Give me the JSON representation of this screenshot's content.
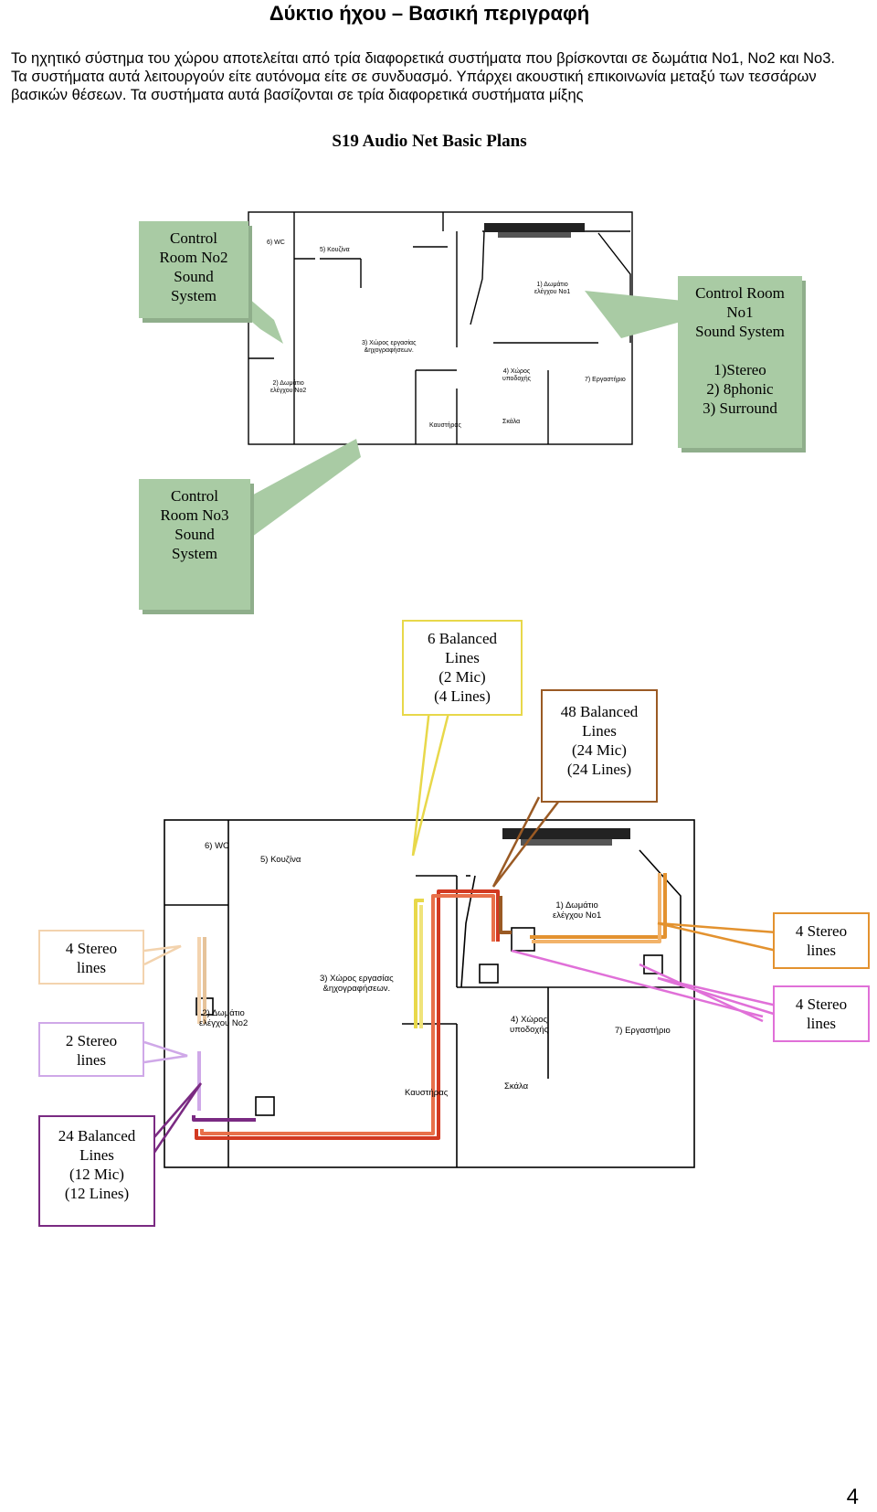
{
  "title": "Δύκτιο ήχου – Βασική περιγραφή",
  "intro": "Το ηχητικό σύστημα του χώρου αποτελείται από τρία διαφορετικά συστήματα που βρίσκονται σε δωμάτια Νο1, Νο2 και Νο3. Τα συστήματα αυτά λειτουργούν είτε αυτόνομα είτε σε συνδυασμό. Υπάρχει ακουστική επικοινωνία μεταξύ των τεσσάρων βασικών θέσεων. Τα συστήματα αυτά βασίζονται σε τρία διαφορετικά συστήματα μίξης",
  "plan_title": "S19 Audio Net Basic Plans",
  "rooms": {
    "wc": "6) WC",
    "kitchen": "5) Κουζίνα",
    "control1": "1) Δωμάτιο\nελέγχου Νο1",
    "workspace": "3) Χώρος εργασίας\n&ηχογραφήσεων.",
    "reception": "4) Χώρος\nυποδοχής",
    "lab": "7) Εργαστήριο",
    "control2": "2) Δωμάτιο\nελέγχου Νο2",
    "boiler": "Καυστήρας",
    "stairs": "Σκάλα"
  },
  "callouts_top": {
    "room2": "Control\nRoom No2\nSound\nSystem",
    "room1": "Control Room\nNo1\nSound System\n\n1)Stereo\n2) 8phonic\n3) Surround",
    "room3": "Control\nRoom No3\nSound\nSystem"
  },
  "callouts_bottom": {
    "six_balanced": "6 Balanced\nLines\n(2 Mic)\n(4 Lines)",
    "fortyeight_balanced": "48 Balanced\nLines\n(24 Mic)\n(24 Lines)",
    "four_stereo_left": "4 Stereo\nlines",
    "two_stereo_left": "2 Stereo\nlines",
    "twentyfour_balanced": "24 Balanced\nLines\n(12 Mic)\n(12 Lines)",
    "four_stereo_right_top": "4 Stereo\nlines",
    "four_stereo_right_bottom": "4 Stereo\nlines"
  },
  "colors": {
    "green": "#a9cba4",
    "yellow": "#e8d84a",
    "brown": "#9a5a24",
    "orange": "#e3922f",
    "peach": "#f3d3ae",
    "lavender": "#cfa8e8",
    "magenta": "#e070d8",
    "purple": "#7a2a82",
    "red": "#d23a22"
  },
  "page_number": "4"
}
